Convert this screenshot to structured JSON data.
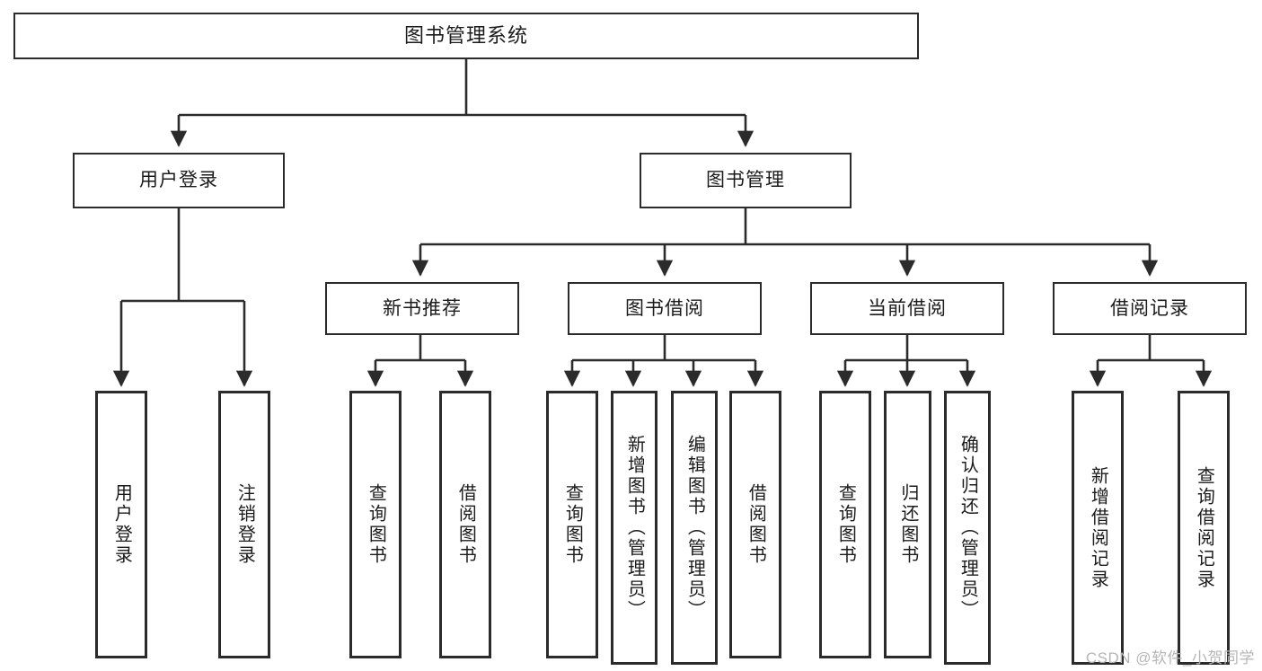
{
  "diagram": {
    "title": "图书管理系统",
    "watermark": "CSDN @软件_小贺同学",
    "stroke_color": "#2b2b2b",
    "background_color": "#ffffff",
    "text_color": "#1b1b1b",
    "nodes": {
      "root": {
        "label": "图书管理系统"
      },
      "level2": [
        {
          "label": "用户登录"
        },
        {
          "label": "图书管理"
        }
      ],
      "level3": [
        {
          "label": "新书推荐"
        },
        {
          "label": "图书借阅"
        },
        {
          "label": "当前借阅"
        },
        {
          "label": "借阅记录"
        }
      ],
      "leaves": {
        "user_login": [
          {
            "label": "用户登录"
          },
          {
            "label": "注销登录"
          }
        ],
        "new_book_recommend": [
          {
            "label": "查询图书"
          },
          {
            "label": "借阅图书"
          }
        ],
        "book_borrow": [
          {
            "label": "查询图书"
          },
          {
            "label": "新增图书（管理员）"
          },
          {
            "label": "编辑图书（管理员）"
          },
          {
            "label": "借阅图书"
          }
        ],
        "current_borrow": [
          {
            "label": "查询图书"
          },
          {
            "label": "归还图书"
          },
          {
            "label": "确认归还（管理员）"
          }
        ],
        "borrow_record": [
          {
            "label": "新增借阅记录"
          },
          {
            "label": "查询借阅记录"
          }
        ]
      }
    }
  }
}
